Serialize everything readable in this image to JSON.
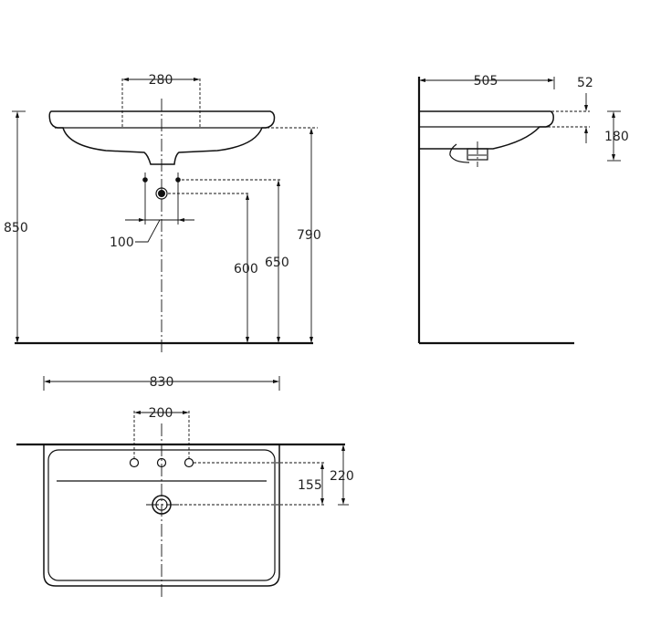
{
  "dimensions": {
    "tap_spacing_front": "280",
    "side_depth": "505",
    "rim_thickness": "52",
    "side_bowl_height": "180",
    "total_height": "850",
    "rim_height": "790",
    "supply_height": "650",
    "waste_height": "600",
    "supply_spacing": "100",
    "overall_width": "830",
    "tap_spacing_top": "200",
    "waste_offset": "155",
    "tap_offset": "220"
  }
}
